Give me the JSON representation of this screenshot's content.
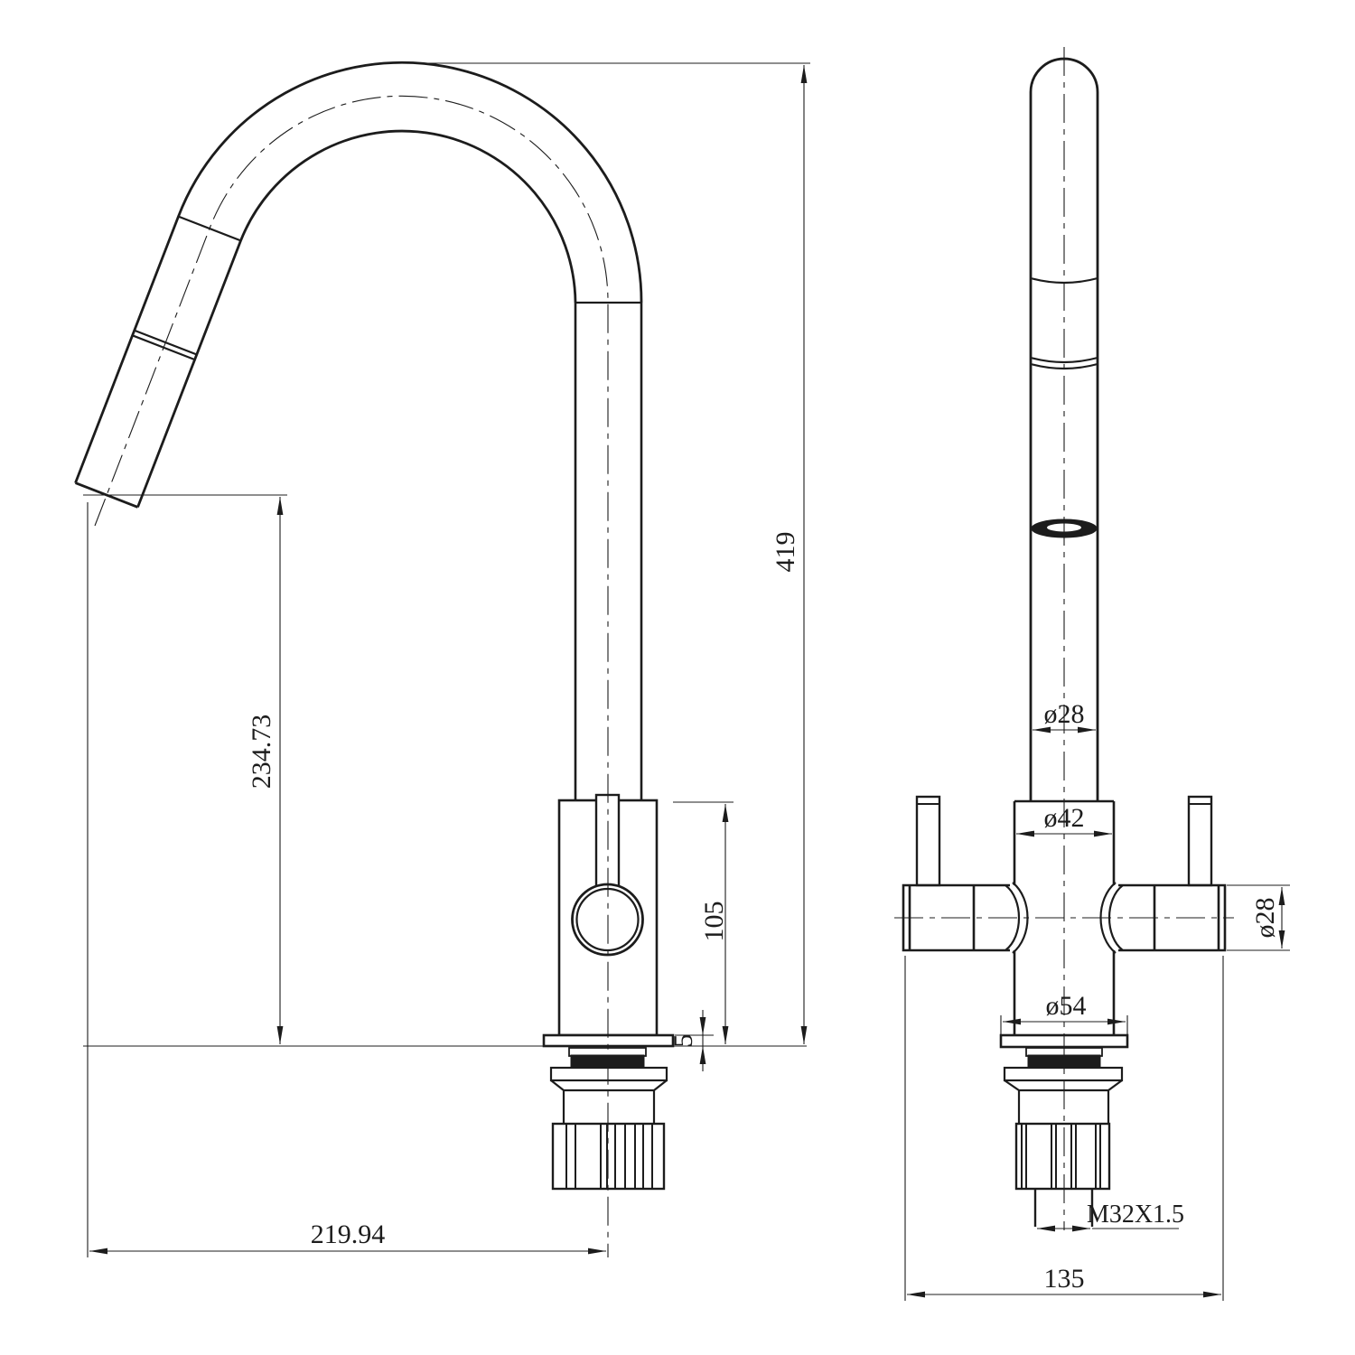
{
  "drawing": {
    "background": "#ffffff",
    "line_color": "#1c1c1c",
    "dims": {
      "overall_height": "419",
      "spray_tip_height": "234.73",
      "spout_reach": "219.94",
      "body_height": "105",
      "deck_plate_thickness": "5",
      "spout_pipe_diameter": "ø28",
      "body_diameter": "ø42",
      "base_flange_diameter": "ø54",
      "handle_diameter": "ø28",
      "inlet_thread": "M32X1.5",
      "overall_width": "135"
    }
  }
}
